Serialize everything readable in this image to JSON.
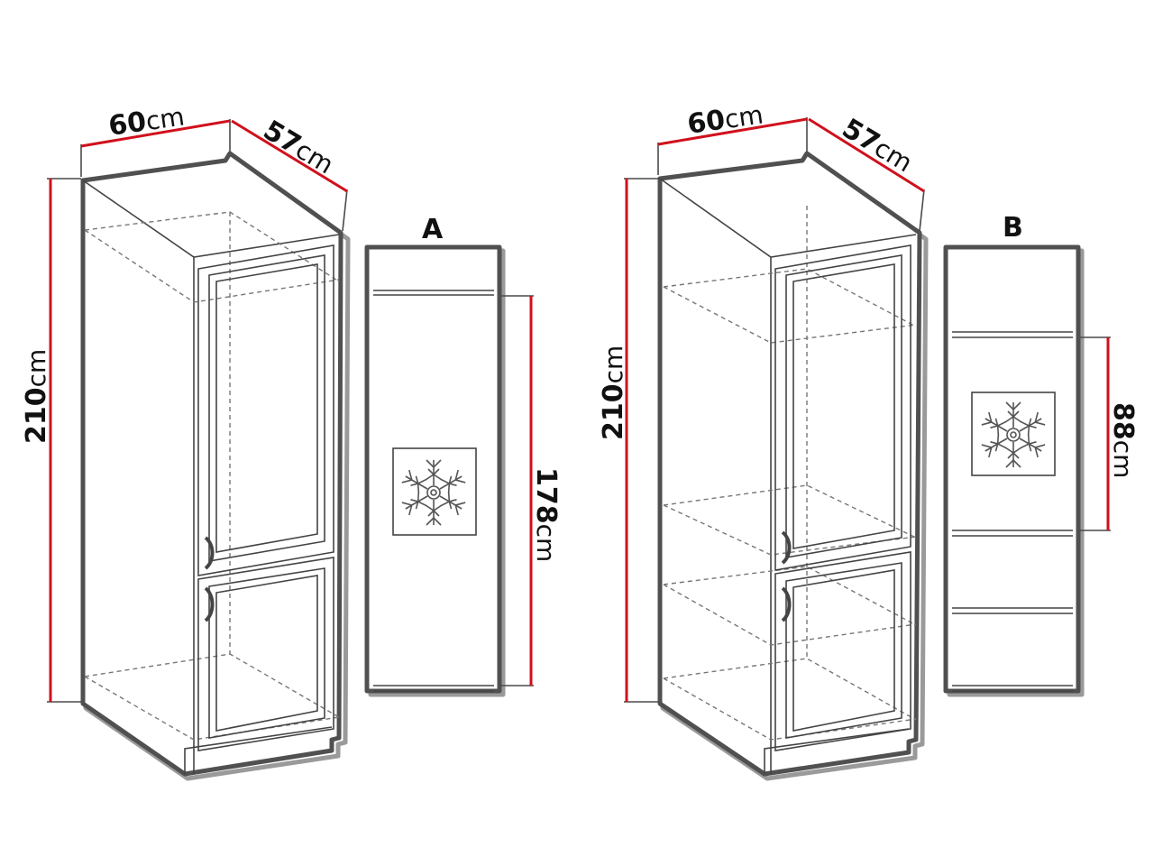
{
  "cabinet_a": {
    "width": {
      "value": "60",
      "unit": "cm"
    },
    "depth": {
      "value": "57",
      "unit": "cm"
    },
    "height": {
      "value": "210",
      "unit": "cm"
    },
    "view_label": "A",
    "niche_height": {
      "value": "178",
      "unit": "cm"
    },
    "appliance_icon": "snowflake-icon"
  },
  "cabinet_b": {
    "width": {
      "value": "60",
      "unit": "cm"
    },
    "depth": {
      "value": "57",
      "unit": "cm"
    },
    "height": {
      "value": "210",
      "unit": "cm"
    },
    "view_label": "B",
    "niche_height": {
      "value": "88",
      "unit": "cm"
    },
    "appliance_icon": "snowflake-icon"
  },
  "colors": {
    "dimension_line": "#d0101c",
    "outline": "#505050",
    "text": "#111111"
  }
}
